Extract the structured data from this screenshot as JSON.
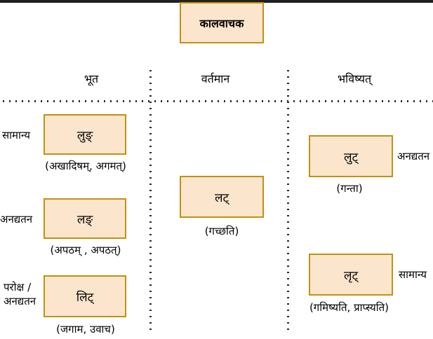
{
  "title": "कालवाचक",
  "column_headers": {
    "past": "भूत",
    "present": "वर्तमान",
    "future": "भविष्यत्"
  },
  "past": {
    "row1": {
      "side_label": "सामान्य",
      "box_label": "लुङ्",
      "example": "(अखादिषम्, अगमत्)"
    },
    "row2": {
      "side_label": "अनद्यतन",
      "box_label": "लङ्",
      "example": "(अपठम् , अपठत्)"
    },
    "row3": {
      "side_label_line1": "परोक्ष /",
      "side_label_line2": "अनद्यतन",
      "box_label": "लिट्",
      "example": "(जगाम, उवाच)"
    }
  },
  "present": {
    "row1": {
      "box_label": "लट्",
      "example": "(गच्छति)"
    }
  },
  "future": {
    "row1": {
      "box_label": "लुट्",
      "side_label": "अनद्यतन",
      "example": "(गन्ता)"
    },
    "row2": {
      "box_label": "लृट्",
      "side_label": "सामान्य",
      "example": "(गमिष्यति, प्राप्स्यति)"
    }
  },
  "colors": {
    "box_fill": "#FCE5CD",
    "box_border": "#C09111",
    "text": "#000000",
    "top_bar": "#212121",
    "dotted_line": "#2B2B2B",
    "background": "#FFFFFF"
  }
}
